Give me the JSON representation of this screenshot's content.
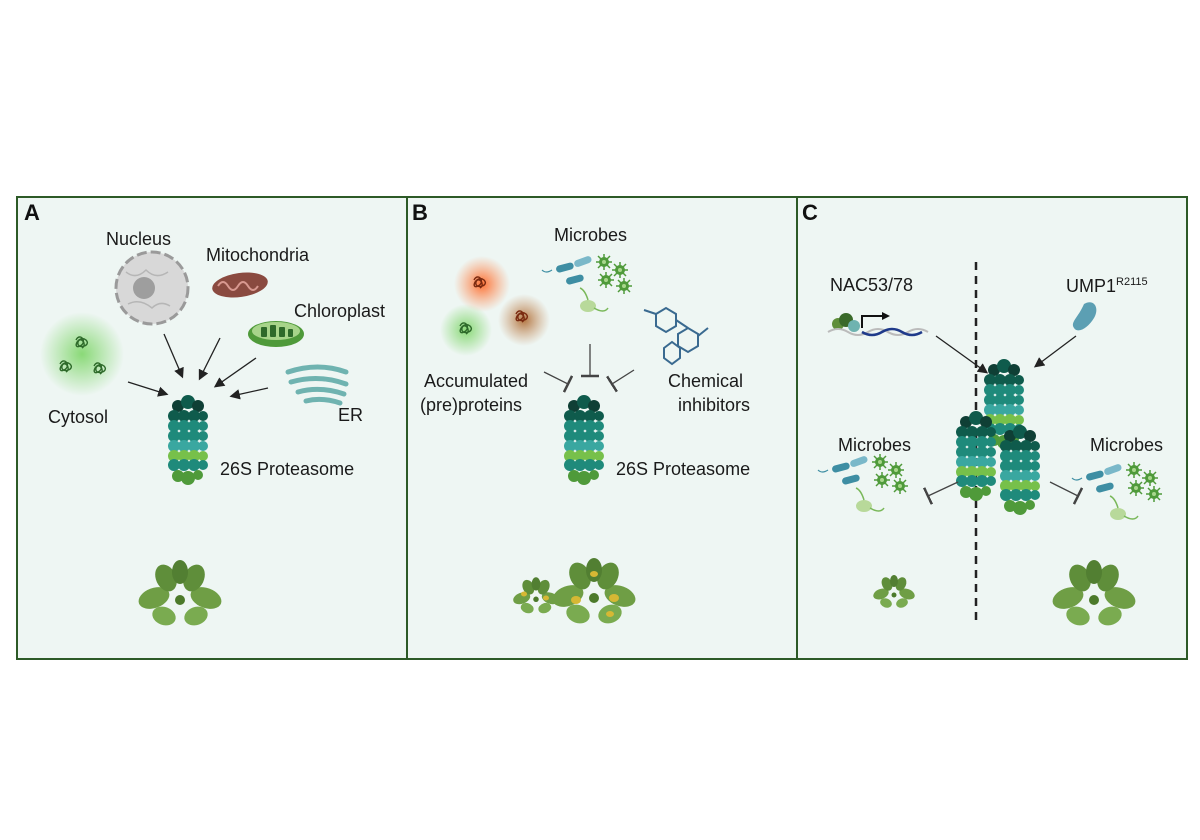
{
  "panels": {
    "a": {
      "letter": "A",
      "labels": {
        "nucleus": "Nucleus",
        "mitochondria": "Mitochondria",
        "chloroplast": "Chloroplast",
        "cytosol": "Cytosol",
        "er": "ER",
        "proteasome": "26S Proteasome"
      }
    },
    "b": {
      "letter": "B",
      "labels": {
        "microbes": "Microbes",
        "accumulated_1": "Accumulated",
        "accumulated_2": "(pre)proteins",
        "chemical_1": "Chemical",
        "chemical_2": "inhibitors",
        "proteasome": "26S Proteasome"
      }
    },
    "c": {
      "letter": "C",
      "labels": {
        "nac": "NAC53/78",
        "ump1": "UMP1",
        "ump1_sup": "R2115",
        "microbes_left": "Microbes",
        "microbes_right": "Microbes"
      }
    }
  },
  "colors": {
    "border": "#2d5a27",
    "panel_bg": "#eef6f3",
    "proteasome_dark": "#0f5b4c",
    "proteasome_teal": "#1f8a7b",
    "proteasome_green": "#5aa83b",
    "microbe_green": "#4f9a3a",
    "plant_green": "#6f9e45"
  }
}
